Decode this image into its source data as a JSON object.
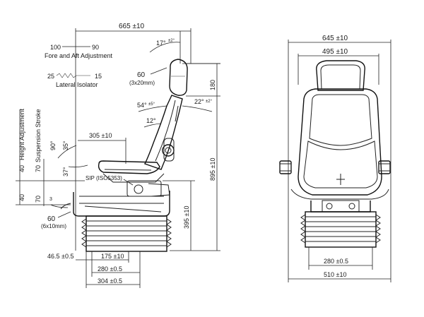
{
  "side_view": {
    "width_dim": "665 ±10",
    "fore_aft_left": "100",
    "fore_aft_right": "90",
    "fore_aft_label": "Fore and Aft Adjustment",
    "lateral_left": "25",
    "lateral_right": "15",
    "lateral_label": "Lateral Isolator",
    "backrest_angle": "17°",
    "backrest_angle_tol": "±2°",
    "headrest_adj": "60",
    "headrest_adj_sub": "(3x20mm)",
    "headrest_height": "180",
    "recline_fwd": "54°",
    "recline_fwd_tol": "±5°",
    "recline_back": "22°",
    "recline_back_tol": "±2°",
    "back_angle": "12°",
    "seat_depth": "305 ±10",
    "cushion_angle_a": "90°",
    "cushion_angle_b": "35°",
    "cushion_angle_c": "37°",
    "height_adj_label": "Height Adjustment",
    "suspension_label": "Suspension Stroke",
    "height_adj_val": "40",
    "height_adj_val2": "40",
    "suspension_val": "70",
    "suspension_val2": "70",
    "sip_label": "SIP (ISO5353)",
    "overall_height": "895 ±10",
    "sip_height": "395 ±10",
    "tilt_small": "3",
    "tilt_adj": "60",
    "tilt_adj_sub": "(6x10mm)",
    "base_offset": "46.5 ±0.5",
    "base_mount_a": "175 ±10",
    "base_mount_b": "280 ±0.5",
    "base_mount_c": "304 ±0.5"
  },
  "front_view": {
    "overall_width": "645 ±10",
    "backrest_width": "495 ±10",
    "mount_width": "280 ±0.5",
    "base_width": "510 ±10"
  }
}
